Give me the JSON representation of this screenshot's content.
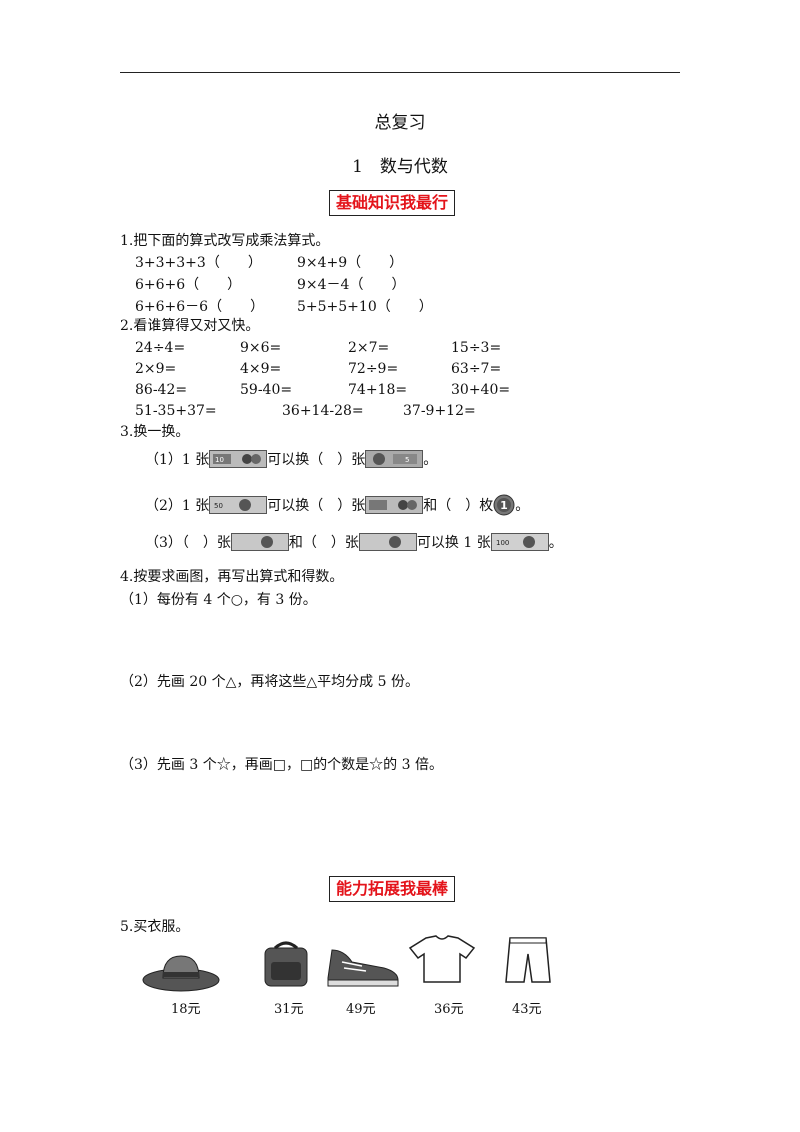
{
  "title": "总复习",
  "subtitle": "1　数与代数",
  "banner1": "基础知识我最行",
  "banner2": "能力拓展我最棒",
  "q1": {
    "heading": "1.把下面的算式改写成乘法算式。",
    "rows": [
      [
        "3+3+3+3（　　）",
        "9×4+9（　　）"
      ],
      [
        "6+6+6（　　）",
        "9×4－4（　　）"
      ],
      [
        "6+6+6－6（　　）",
        "5+5+5+10（　　）"
      ]
    ]
  },
  "q2": {
    "heading": "2.看谁算得又对又快。",
    "rows": [
      [
        "24÷4=",
        "9×6=",
        "2×7=",
        "15÷3="
      ],
      [
        "2×9=",
        "4×9=",
        "72÷9=",
        "63÷7="
      ],
      [
        "86-42=",
        "59-40=",
        "74+18=",
        "30+40="
      ],
      [
        "51-35+37=",
        "36+14-28=",
        "37-9+12="
      ]
    ]
  },
  "q3": {
    "heading": "3.换一换。",
    "line1": {
      "a": "（1）1 张",
      "b": "可以换（　）张",
      "c": "。"
    },
    "line2": {
      "a": "（2）1 张",
      "b": "可以换（　）张",
      "c": "和（　）枚",
      "d": "。"
    },
    "line3": {
      "a": "（3）（　）张",
      "b": "和（　）张",
      "c": "可以换 1 张",
      "d": "。"
    },
    "coin_label": "1",
    "note_labels": {
      "n10": "10",
      "n5": "5",
      "n50": "50",
      "n100": "100"
    }
  },
  "q4": {
    "heading": "4.按要求画图，再写出算式和得数。",
    "p1": "（1）每份有 4 个○，有 3 份。",
    "p2": "（2）先画 20 个△，再将这些△平均分成 5 份。",
    "p3": "（3）先画 3 个☆，再画□，□的个数是☆的 3 倍。"
  },
  "q5": {
    "heading": "5.买衣服。",
    "items": [
      {
        "icon": "hat-icon",
        "price": "18元"
      },
      {
        "icon": "backpack-icon",
        "price": "31元"
      },
      {
        "icon": "sneaker-icon",
        "price": "49元"
      },
      {
        "icon": "tshirt-icon",
        "price": "36元"
      },
      {
        "icon": "shorts-icon",
        "price": "43元"
      }
    ]
  }
}
